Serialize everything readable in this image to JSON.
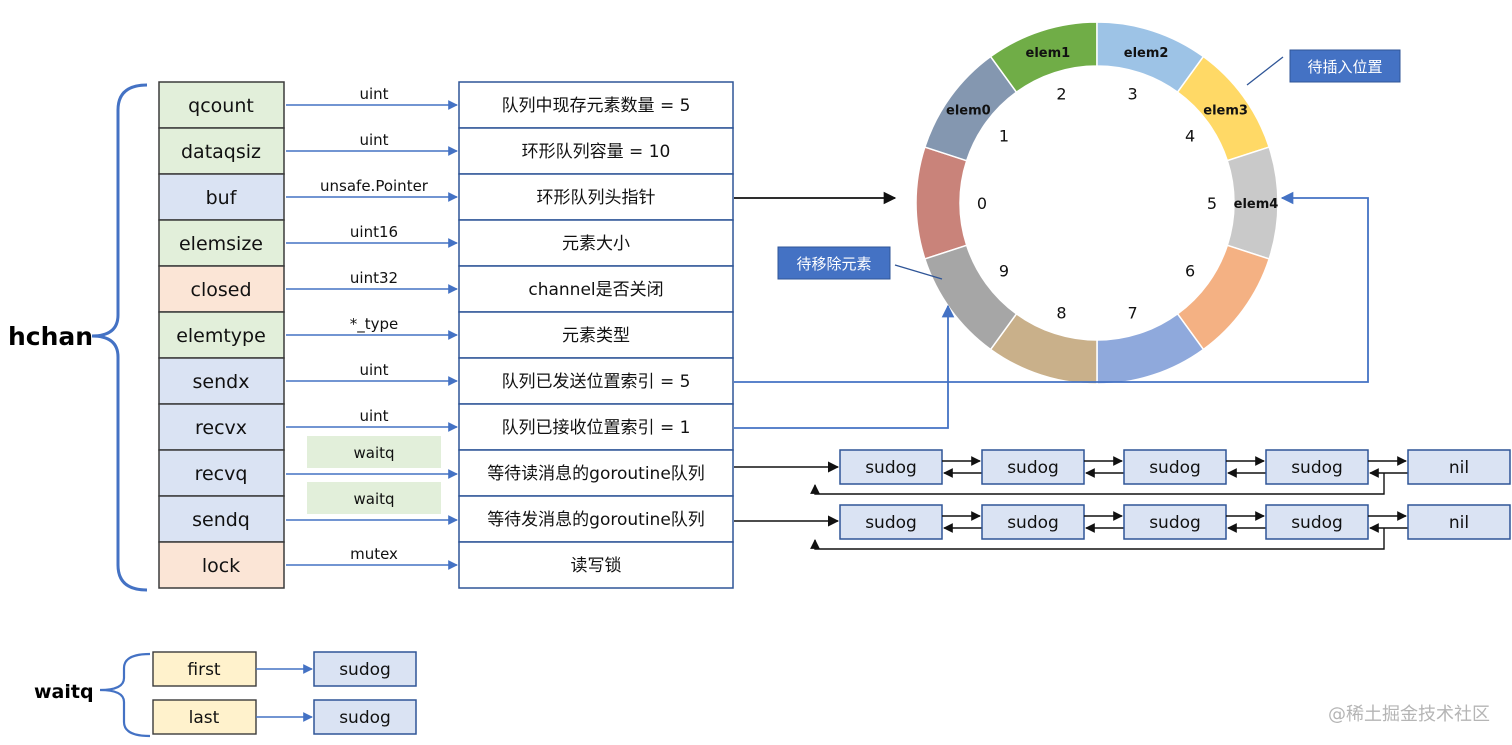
{
  "struct": {
    "name": "hchan",
    "fields": [
      {
        "name": "qcount",
        "type": "uint",
        "desc": "队列中现存元素数量 = 5",
        "fill": "#e2efda"
      },
      {
        "name": "dataqsiz",
        "type": "uint",
        "desc": "环形队列容量 = 10",
        "fill": "#e2efda"
      },
      {
        "name": "buf",
        "type": "unsafe.Pointer",
        "desc": "环形队列头指针",
        "fill": "#dae3f3"
      },
      {
        "name": "elemsize",
        "type": "uint16",
        "desc": "元素大小",
        "fill": "#e2efda"
      },
      {
        "name": "closed",
        "type": "uint32",
        "desc": "channel是否关闭",
        "fill": "#fbe5d6"
      },
      {
        "name": "elemtype",
        "type": "*_type",
        "desc": "元素类型",
        "fill": "#e2efda"
      },
      {
        "name": "sendx",
        "type": "uint",
        "desc": "队列已发送位置索引 = 5",
        "fill": "#dae3f3"
      },
      {
        "name": "recvx",
        "type": "uint",
        "desc": "队列已接收位置索引 = 1",
        "fill": "#dae3f3"
      },
      {
        "name": "recvq",
        "type": "waitq",
        "desc": "等待读消息的goroutine队列",
        "fill": "#dae3f3",
        "type_boxed": true
      },
      {
        "name": "sendq",
        "type": "waitq",
        "desc": "等待发消息的goroutine队列",
        "fill": "#dae3f3",
        "type_boxed": true
      },
      {
        "name": "lock",
        "type": "mutex",
        "desc": "读写锁",
        "fill": "#fbe5d6"
      }
    ]
  },
  "ring": {
    "slots": [
      {
        "index": "0",
        "color": "#c9837a",
        "elem": ""
      },
      {
        "index": "1",
        "color": "#8497b0",
        "elem": "elem0"
      },
      {
        "index": "2",
        "color": "#70ad47",
        "elem": "elem1"
      },
      {
        "index": "3",
        "color": "#9dc3e6",
        "elem": "elem2"
      },
      {
        "index": "4",
        "color": "#ffd966",
        "elem": "elem3"
      },
      {
        "index": "5",
        "color": "#c9c9c9",
        "elem": "elem4"
      },
      {
        "index": "6",
        "color": "#f4b183",
        "elem": ""
      },
      {
        "index": "7",
        "color": "#8fa9dc",
        "elem": ""
      },
      {
        "index": "8",
        "color": "#c9b08a",
        "elem": ""
      },
      {
        "index": "9",
        "color": "#a6a6a6",
        "elem": ""
      }
    ],
    "insert_label": "待插入位置",
    "remove_label": "待移除元素"
  },
  "queues": {
    "recvq": [
      "sudog",
      "sudog",
      "sudog",
      "sudog",
      "nil"
    ],
    "sendq": [
      "sudog",
      "sudog",
      "sudog",
      "sudog",
      "nil"
    ]
  },
  "waitq": {
    "name": "waitq",
    "fields": [
      {
        "name": "first",
        "target": "sudog",
        "fill": "#fff2cc"
      },
      {
        "name": "last",
        "target": "sudog",
        "fill": "#fff2cc"
      }
    ]
  },
  "colors": {
    "accent": "#4472c4",
    "callout": "#4472c4",
    "line": "#4472c4"
  },
  "watermark": "@稀土掘金技术社区"
}
